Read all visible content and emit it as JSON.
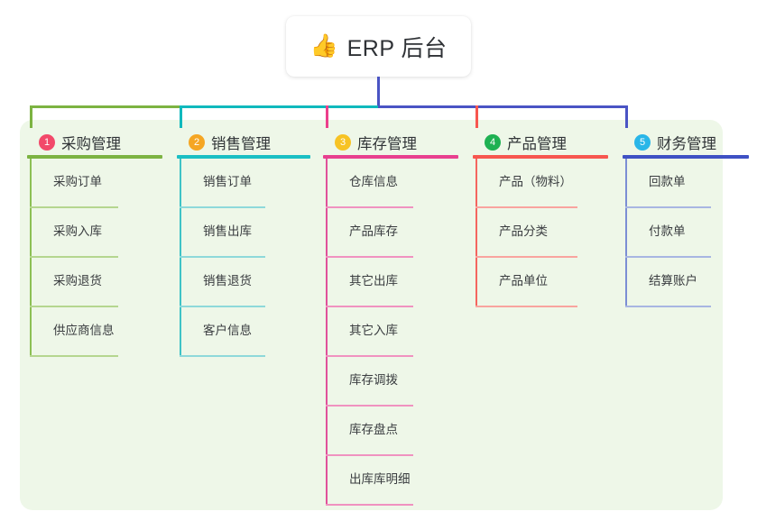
{
  "root": {
    "icon": "thumbs-up-emoji",
    "emoji": "👍",
    "title": "ERP 后台"
  },
  "theme": {
    "panel_bg": "#eef7e8",
    "page_bg": "#ffffff",
    "root_bus_color": "#4a54c4",
    "text_color": "#303437"
  },
  "columns": [
    {
      "number": "1",
      "title": "采购管理",
      "badge_color": "#f2496a",
      "rule_color": "#7cb342",
      "line_color": "#8cc055",
      "leaf_rule_color": "#b5d68f",
      "connector_color": "#7cb342",
      "items": [
        "采购订单",
        "采购入库",
        "采购退货",
        "供应商信息"
      ]
    },
    {
      "number": "2",
      "title": "销售管理",
      "badge_color": "#f5a623",
      "rule_color": "#1bbfc4",
      "line_color": "#3fc3c6",
      "leaf_rule_color": "#8ed9da",
      "connector_color": "#10b9bd",
      "items": [
        "销售订单",
        "销售出库",
        "销售退货",
        "客户信息"
      ]
    },
    {
      "number": "3",
      "title": "库存管理",
      "badge_color": "#f7c324",
      "rule_color": "#e8408f",
      "line_color": "#e0519a",
      "leaf_rule_color": "#f092c0",
      "connector_color": "#ec3f8c",
      "items": [
        "仓库信息",
        "产品库存",
        "其它出库",
        "其它入库",
        "库存调拨",
        "库存盘点",
        "出库库明细"
      ]
    },
    {
      "number": "4",
      "title": "产品管理",
      "badge_color": "#1eb152",
      "rule_color": "#f7564f",
      "line_color": "#f4655f",
      "leaf_rule_color": "#f9a49f",
      "connector_color": "#f7564f",
      "items": [
        "产品（物料）",
        "产品分类",
        "产品单位"
      ]
    },
    {
      "number": "5",
      "title": "财务管理",
      "badge_color": "#29b6e8",
      "rule_color": "#3f51c4",
      "line_color": "#7b8ed4",
      "leaf_rule_color": "#a8b6e2",
      "connector_color": "#4a54c4",
      "items": [
        "回款单",
        "付款单",
        "结算账户"
      ]
    }
  ]
}
